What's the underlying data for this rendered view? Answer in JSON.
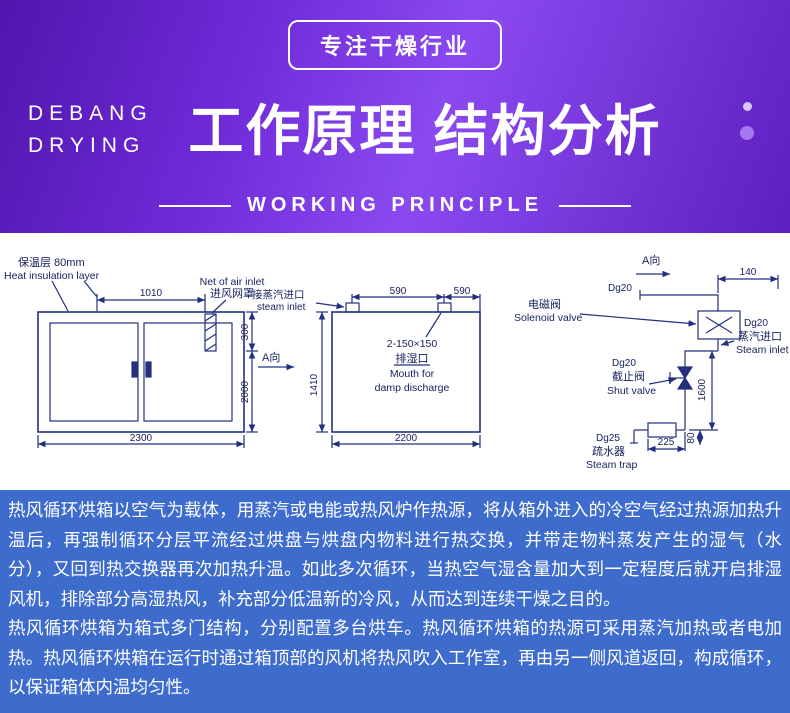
{
  "header": {
    "badge": "专注干燥行业",
    "brand_line1": "DEBANG",
    "brand_line2": "DRYING",
    "title": "工作原理 结构分析",
    "subtitle": "WORKING PRINCIPLE"
  },
  "colors": {
    "hero_purple_dark": "#4f16ad",
    "hero_purple_light": "#8a4af0",
    "panel_blue": "#3e6ccd",
    "drawing_navy": "#22307f"
  },
  "diagram": {
    "left": {
      "insulation_cn": "保温层 80mm",
      "insulation_en": "Heat insulation layer",
      "dim_1010": "1010",
      "net_en": "Net of air inlet",
      "net_cn": "进风网罩",
      "dim_300": "300",
      "dim_2000": "2000",
      "dim_2300": "2300"
    },
    "middle": {
      "steam_cn": "接蒸汽进口",
      "steam_en": "steam inlet",
      "dim_590a": "590",
      "dim_590b": "590",
      "a_view": "A向",
      "dim_1410": "1410",
      "damp_spec": "2-150×150",
      "damp_cn": "排湿口",
      "damp_en1": "Mouth for",
      "damp_en2": "damp discharge",
      "dim_2200": "2200"
    },
    "right": {
      "a_view": "A向",
      "dg20_top": "Dg20",
      "dim_140": "140",
      "solenoid_cn": "电磁阀",
      "solenoid_en": "Solenoid valve",
      "dg20_steam": "Dg20",
      "steam_cn": "蒸汽进口",
      "steam_en": "Steam inlet",
      "dg20_shut": "Dg20",
      "shut_cn": "截止阀",
      "shut_en": "Shut valve",
      "dim_1600": "1600",
      "dg25": "Dg25",
      "dim_225": "225",
      "trap_cn": "疏水器",
      "trap_en": "Steam trap",
      "dim_80": "80"
    }
  },
  "description": {
    "paragraphs": [
      "热风循环烘箱以空气为载体，用蒸汽或电能或热风炉作热源，将从箱外进入的冷空气经过热源加热升温后，再强制循环分层平流经过烘盘与烘盘内物料进行热交换，并带走物料蒸发产生的湿气（水分），又回到热交换器再次加热升温。如此多次循环，当热空气湿含量加大到一定程度后就开启排湿风机，排除部分高湿热风，补充部分低温新的冷风，从而达到连续干燥之目的。",
      "热风循环烘箱为箱式多门结构，分别配置多台烘车。热风循环烘箱的热源可采用蒸汽加热或者电加热。热风循环烘箱在运行时通过箱顶部的风机将热风吹入工作室，再由另一侧风道返回，构成循环，以保证箱体内温均匀性。"
    ]
  }
}
